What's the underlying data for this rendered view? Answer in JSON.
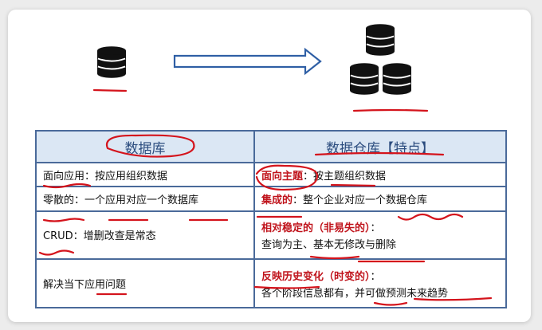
{
  "table": {
    "headers": [
      "数据库",
      "数据仓库【特点】"
    ],
    "rows": [
      {
        "left": {
          "key": "面向应用",
          "sep": "：",
          "rest": "按应用组织数据"
        },
        "right": {
          "key": "面向主题",
          "sep": "：",
          "rest": "按主题组织数据"
        }
      },
      {
        "left": {
          "key": "零散的",
          "sep": "：",
          "rest": "一个应用对应一个数据库"
        },
        "right": {
          "key": "集成的",
          "sep": "：",
          "rest": "整个企业对应一个数据仓库"
        }
      },
      {
        "left": {
          "key": "CRUD",
          "sep": "：",
          "rest": "增删改查是常态"
        },
        "right": {
          "key": "相对稳定的（非易失的）",
          "sep": "：",
          "rest": "查询为主、基本无修改与删除"
        }
      },
      {
        "left": {
          "key": "解决当下应用问题",
          "sep": "",
          "rest": ""
        },
        "right": {
          "key": "反映历史变化（时变的）",
          "sep": "：",
          "rest": "各个阶段信息都有，并可做预测未来趋势"
        }
      }
    ]
  },
  "colors": {
    "accent": "#c0141c",
    "border": "#4a6a9a",
    "header_bg": "#dbe7f4",
    "icon": "#111111",
    "arrow": "#2f5fa5"
  },
  "icons": [
    "database-icon",
    "right-arrow-icon",
    "database-stack-icon"
  ]
}
